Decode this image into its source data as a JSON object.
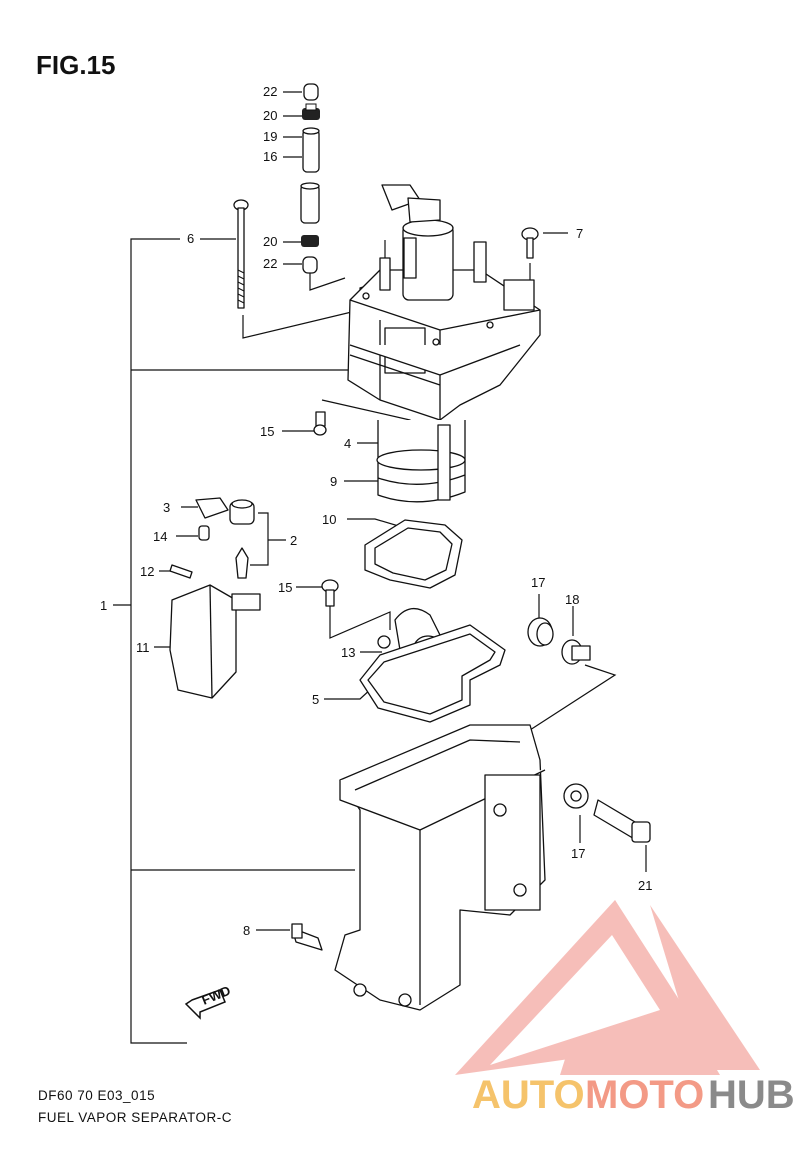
{
  "figure_title": "FIG.15",
  "footer": {
    "code": "DF60 70 E03_015",
    "caption": "FUEL VAPOR SEPARATOR-C"
  },
  "callouts": {
    "p22a": "22",
    "p20a": "20",
    "p19": "19",
    "p16": "16",
    "p6": "6",
    "p20b": "20",
    "p22b": "22",
    "p7": "7",
    "p15a": "15",
    "p4": "4",
    "p9": "9",
    "p10": "10",
    "p3": "3",
    "p2": "2",
    "p14": "14",
    "p12": "12",
    "p1": "1",
    "p15b": "15",
    "p17a": "17",
    "p18": "18",
    "p11": "11",
    "p13": "13",
    "p5": "5",
    "p17b": "17",
    "p21": "21",
    "p8": "8"
  },
  "fwd_label": "FWD",
  "watermark": {
    "part1": "AUTO",
    "part2": "MOTO",
    "part3": "HUB",
    "color1": "#f5c36b",
    "color2": "#f39a86",
    "color3": "#8a8a8a"
  }
}
